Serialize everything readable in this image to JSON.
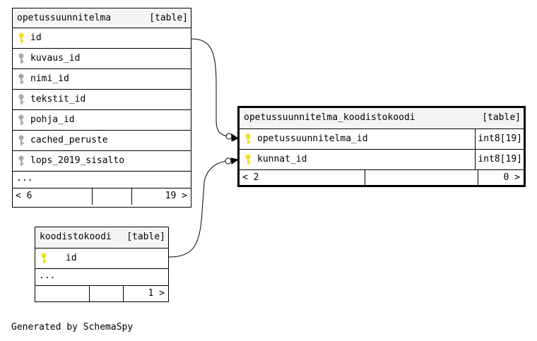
{
  "tables": {
    "opetussuunnitelma": {
      "name": "opetussuunnitelma",
      "type": "[table]",
      "columns": [
        {
          "name": "id",
          "key": "primary"
        },
        {
          "name": "kuvaus_id",
          "key": "foreign"
        },
        {
          "name": "nimi_id",
          "key": "foreign"
        },
        {
          "name": "tekstit_id",
          "key": "foreign"
        },
        {
          "name": "pohja_id",
          "key": "foreign"
        },
        {
          "name": "cached_peruste",
          "key": "foreign"
        },
        {
          "name": "lops_2019_sisalto",
          "key": "foreign"
        }
      ],
      "more": "...",
      "footer_left": "< 6",
      "footer_right": "19 >"
    },
    "opetussuunnitelma_koodistokoodi": {
      "name": "opetussuunnitelma_koodistokoodi",
      "type": "[table]",
      "columns": [
        {
          "name": "opetussuunnitelma_id",
          "type": "int8[19]",
          "key": "primary"
        },
        {
          "name": "kunnat_id",
          "type": "int8[19]",
          "key": "primary"
        }
      ],
      "footer_left": "< 2",
      "footer_right": "0 >"
    },
    "koodistokoodi": {
      "name": "koodistokoodi",
      "type": "[table]",
      "columns": [
        {
          "name": "id",
          "key": "primary"
        }
      ],
      "more": "...",
      "footer_right": "1 >"
    }
  },
  "key_colors": {
    "primary": "#f0e020",
    "foreign": "#a8a8a8"
  },
  "generated_by": "Generated by SchemaSpy"
}
